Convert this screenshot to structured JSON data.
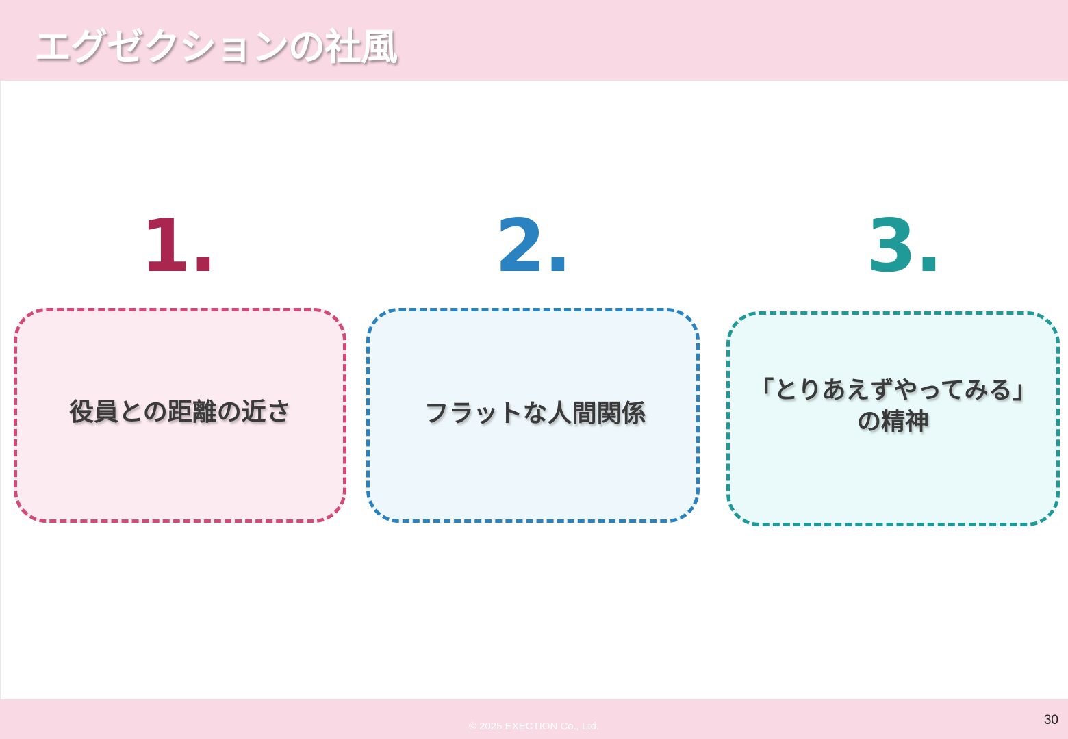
{
  "slide": {
    "title": "エグゼクションの社風",
    "items": [
      {
        "number": "1.",
        "lines": [
          "役員との距離の近さ"
        ],
        "color": "#a9264f"
      },
      {
        "number": "2.",
        "lines": [
          "フラットな人間関係"
        ],
        "color": "#2a82c0"
      },
      {
        "number": "3.",
        "lines": [
          "「とりあえずやってみる」",
          "の精神"
        ],
        "color": "#1f9a98"
      }
    ],
    "footer": {
      "copyright": "© 2025 EXECTION Co., Ltd.",
      "page_number": "30"
    },
    "colors": {
      "header_background": "#f8d9e4",
      "card1_border": "#d24a78",
      "card2_border": "#2a82c0",
      "card3_border": "#1f9a98"
    }
  }
}
